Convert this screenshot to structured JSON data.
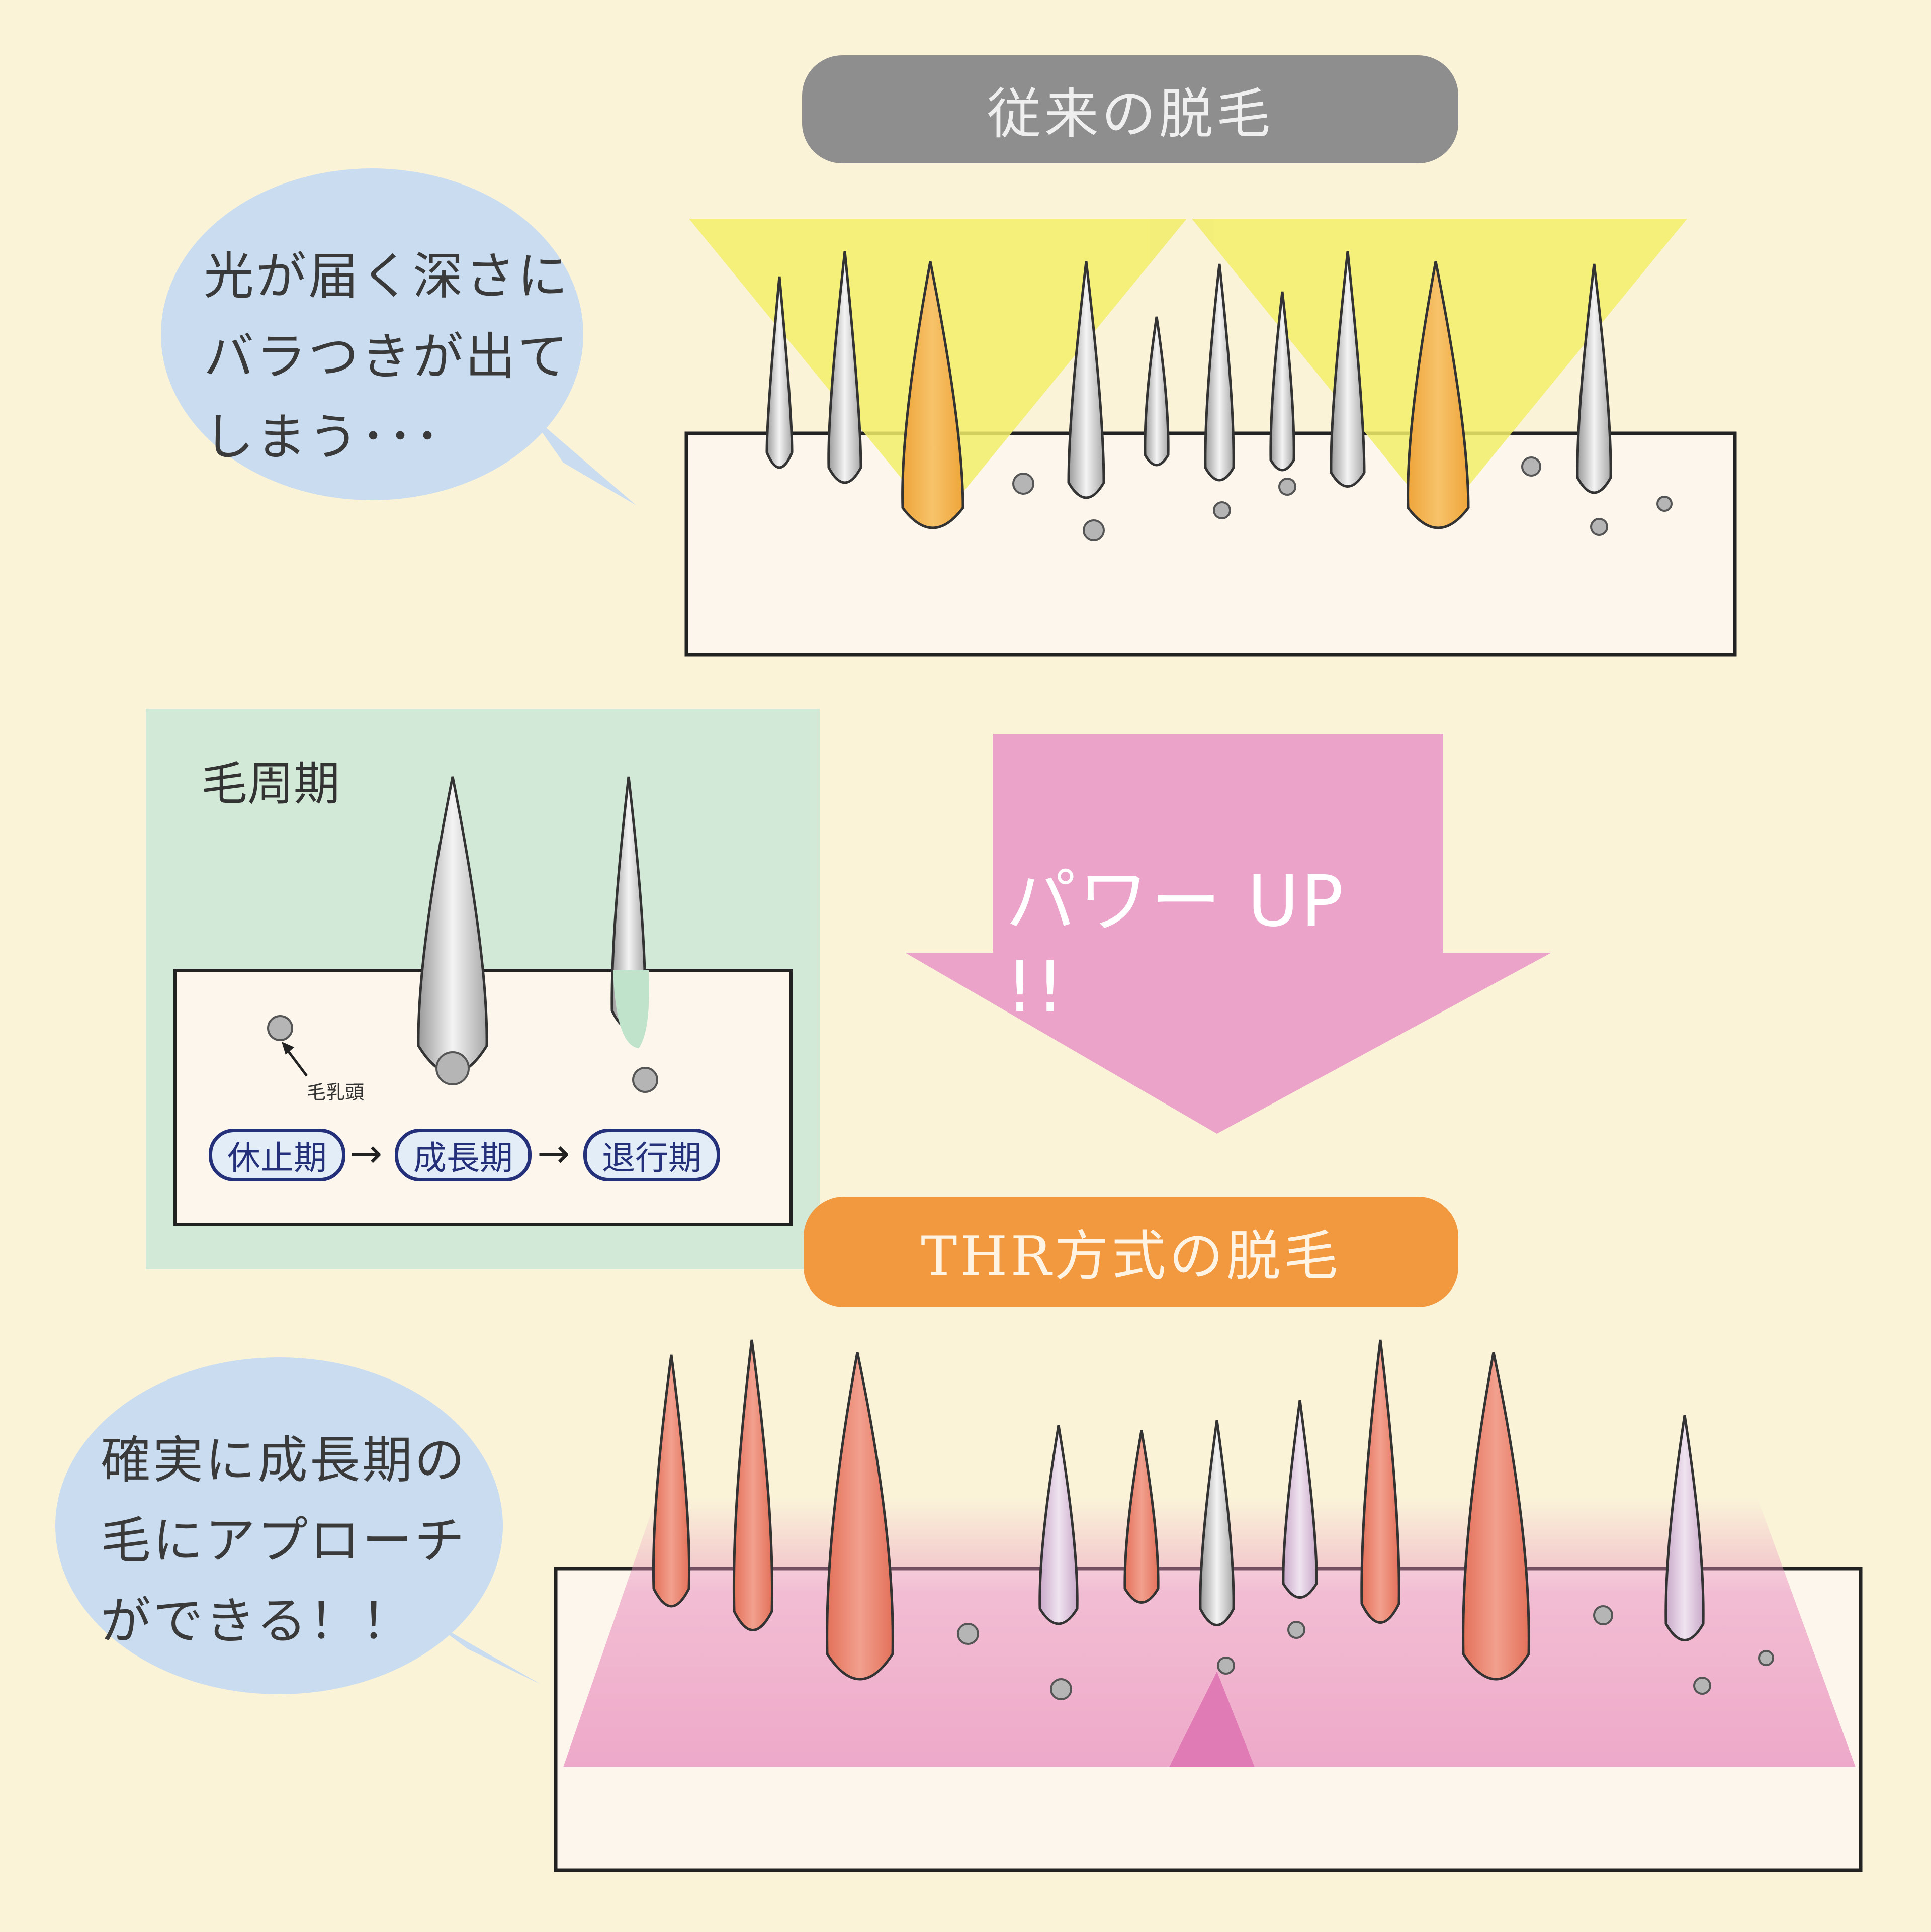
{
  "top_section": {
    "title": "従来の脱毛",
    "bubble_text": "光が届く深さに\nバラつきが出て\nしまう･･･"
  },
  "power_arrow": {
    "label": "パワー UP !!"
  },
  "hair_cycle": {
    "title": "毛周期",
    "papilla_label": "毛乳頭",
    "stages": [
      "休止期",
      "成長期",
      "退行期"
    ],
    "arrow_glyph": "→"
  },
  "bottom_section": {
    "title": "THR方式の脱毛",
    "bubble_text": "確実に成長期の\n毛にアプローチ\nができる！！"
  },
  "colors": {
    "background": "#FAF3D8",
    "top_title_pill": "#8E8E8E",
    "bottom_title_pill": "#F2993F",
    "speech_bubble": "#C9DCF0",
    "conventional_light": "#F2EE7A",
    "thr_light": "#E98FBE",
    "power_arrow": "#EBA3C9",
    "cycle_panel": "#D2E9D7",
    "stage_border": "#24307A"
  }
}
